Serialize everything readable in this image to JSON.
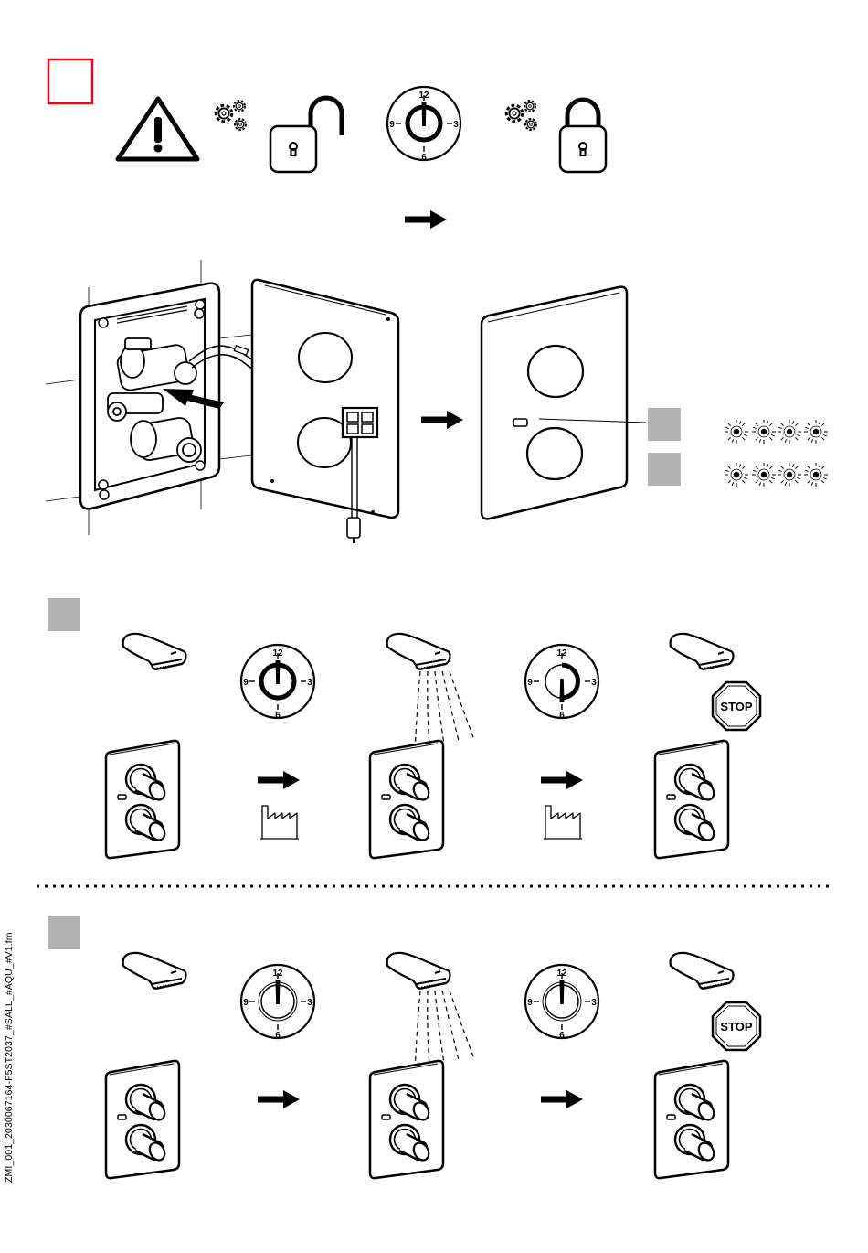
{
  "dial_labels": {
    "top": "12",
    "right": "3",
    "bottom": "6",
    "left": "9"
  },
  "stop_sign": {
    "label": "STOP"
  },
  "side_code": {
    "text": "ZMI_001_2030067164-F5ST2037_#SALL_#AQU_#V1.fm"
  },
  "colors": {
    "frame_red": "#e30613",
    "step_gray": "#b3b3b3",
    "ink": "#000000"
  },
  "icons": [
    "warning-icon",
    "gears-icon",
    "unlock-icon",
    "lock-icon",
    "dial-icon",
    "arrow-right-icon",
    "factory-icon",
    "stop-icon",
    "spout-icon",
    "control-panel-icon",
    "blink-icon"
  ]
}
